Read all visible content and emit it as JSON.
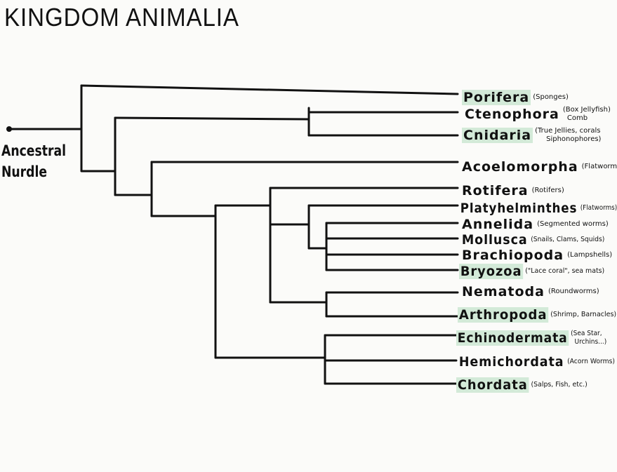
{
  "title": "KINGDOM ANIMALIA",
  "root": {
    "label_line1": "Ancestral",
    "label_line2": "Nurdle"
  },
  "colors": {
    "line": "#111111",
    "highlight": "#d3ead8",
    "background": "#fbfbf9"
  },
  "taxa": [
    {
      "id": "porifera",
      "name": "Porifera",
      "common": "(Sponges)",
      "common2": "",
      "highlight": true
    },
    {
      "id": "ctenophora",
      "name": "Ctenophora",
      "common": "(Box Jellyfish)",
      "common2": "Comb",
      "highlight": false
    },
    {
      "id": "cnidaria",
      "name": "Cnidaria",
      "common": "(True Jellies, corals",
      "common2": "Siphonophores)",
      "highlight": true
    },
    {
      "id": "acoelomorpha",
      "name": "Acoelomorpha",
      "common": "(Flatworms)",
      "common2": "",
      "highlight": false
    },
    {
      "id": "rotifera",
      "name": "Rotifera",
      "common": "(Rotifers)",
      "common2": "",
      "highlight": false
    },
    {
      "id": "platyhelminthes",
      "name": "Platyhelminthes",
      "common": "(Flatworms)",
      "common2": "",
      "highlight": false
    },
    {
      "id": "annelida",
      "name": "Annelida",
      "common": "(Segmented worms)",
      "common2": "",
      "highlight": false
    },
    {
      "id": "mollusca",
      "name": "Mollusca",
      "common": "(Snails, Clams, Squids)",
      "common2": "",
      "highlight": false
    },
    {
      "id": "brachiopoda",
      "name": "Brachiopoda",
      "common": "(Lampshells)",
      "common2": "",
      "highlight": false
    },
    {
      "id": "bryozoa",
      "name": "Bryozoa",
      "common": "(\"Lace coral\", sea mats)",
      "common2": "",
      "highlight": true
    },
    {
      "id": "nematoda",
      "name": "Nematoda",
      "common": "(Roundworms)",
      "common2": "",
      "highlight": false
    },
    {
      "id": "arthropoda",
      "name": "Arthropoda",
      "common": "(Shrimp, Barnacles)",
      "common2": "",
      "highlight": true
    },
    {
      "id": "echinodermata",
      "name": "Echinodermata",
      "common": "(Sea Star,",
      "common2": "Urchins...)",
      "highlight": true
    },
    {
      "id": "hemichordata",
      "name": "Hemichordata",
      "common": "(Acorn Worms)",
      "common2": "",
      "highlight": false
    },
    {
      "id": "chordata",
      "name": "Chordata",
      "common": "(Salps, Fish, etc.)",
      "common2": "",
      "highlight": true
    }
  ]
}
